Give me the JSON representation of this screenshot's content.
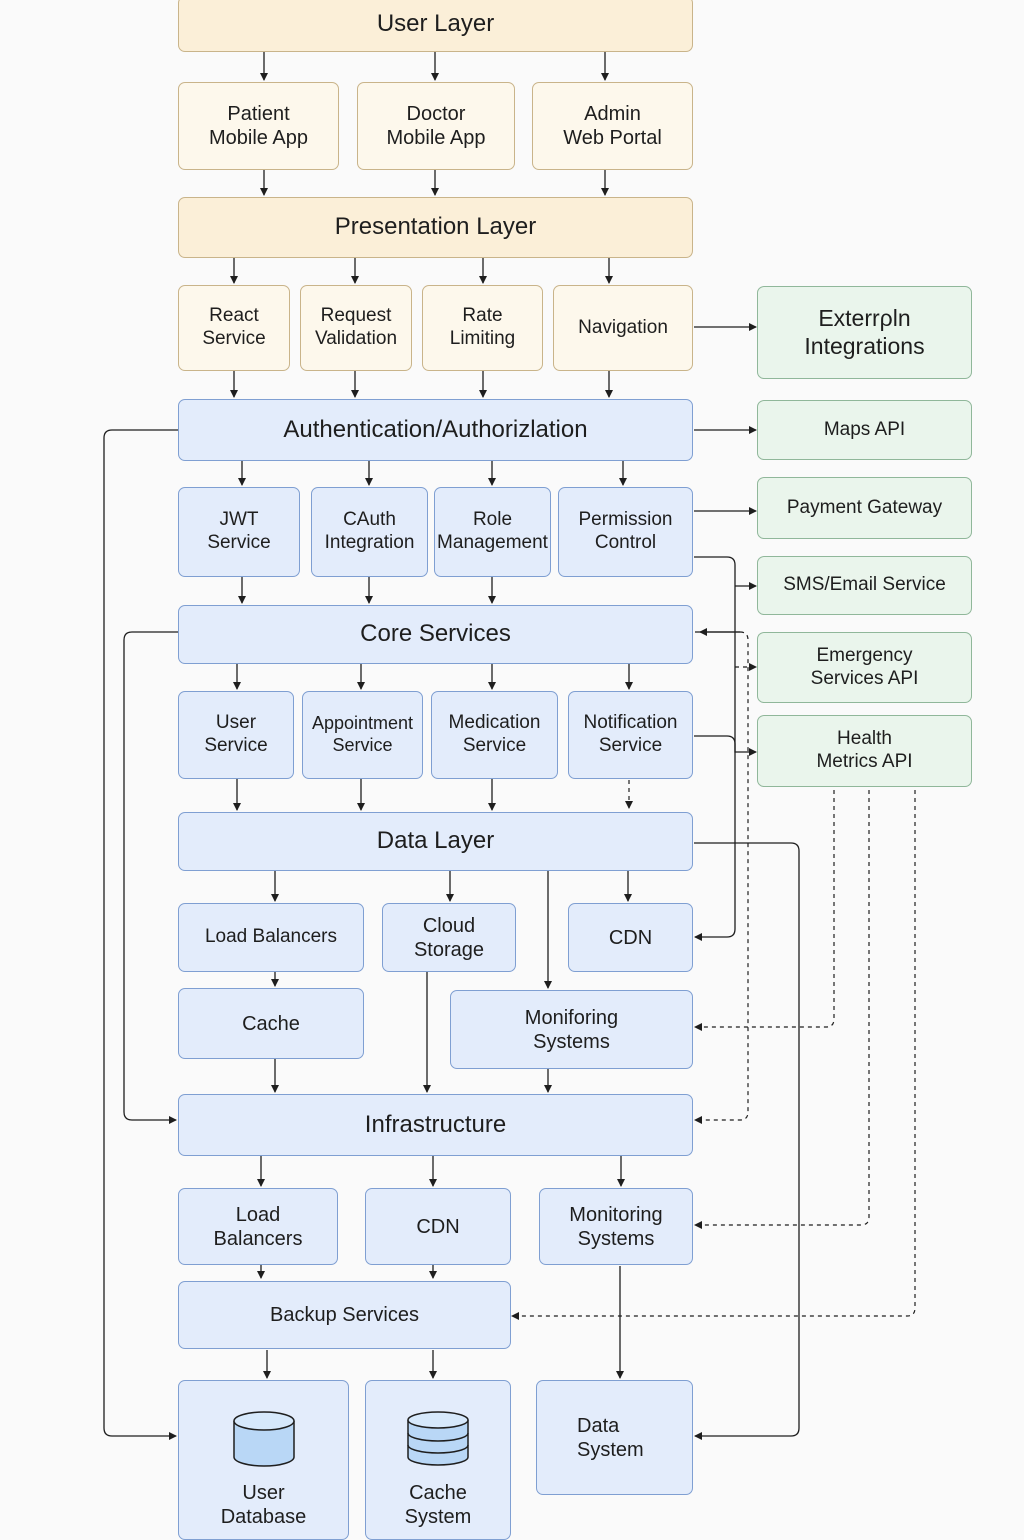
{
  "user_layer": {
    "title": "User Layer",
    "items": [
      "Patient\nMobile App",
      "Doctor\nMobile App",
      "Admin\nWeb Portal"
    ]
  },
  "presentation_layer": {
    "title": "Presentation Layer",
    "items": [
      "React\nService",
      "Request\nValidation",
      "Rate\nLimiting",
      "Navigation"
    ]
  },
  "auth_layer": {
    "title": "Authentication/Authorizlation",
    "items": [
      "JWT\nService",
      "CAuth\nIntegration",
      "Role\nManagement",
      "Permission\nControl"
    ]
  },
  "core_services": {
    "title": "Core Services",
    "items": [
      "User\nService",
      "Appointment\nService",
      "Medication\nService",
      "Notification\nService"
    ]
  },
  "data_layer": {
    "title": "Data Layer",
    "items": [
      "Load Balancers",
      "Cloud\nStorage",
      "CDN",
      "Cache",
      "Moniforing\nSystems"
    ]
  },
  "infrastructure": {
    "title": "Infrastructure",
    "items": [
      "Load\nBalancers",
      "CDN",
      "Monitoring\nSystems",
      "Backup Services"
    ]
  },
  "storage": {
    "items": [
      "User\nDatabase",
      "Cache\nSystem",
      "Data\nSystem"
    ]
  },
  "external": {
    "title": "Exterrρln\nIntegrations",
    "items": [
      "Maps API",
      "Payment Gateway",
      "SMS/Email Service",
      "Emergency\nServices API",
      "Health\nMetrics API"
    ]
  },
  "colors": {
    "cream_box": "#fdf8ec",
    "cream_band": "#fbefd8",
    "blue_box": "#e3ecfb",
    "green_box": "#eaf5ec",
    "line": "#1e1e1e"
  }
}
